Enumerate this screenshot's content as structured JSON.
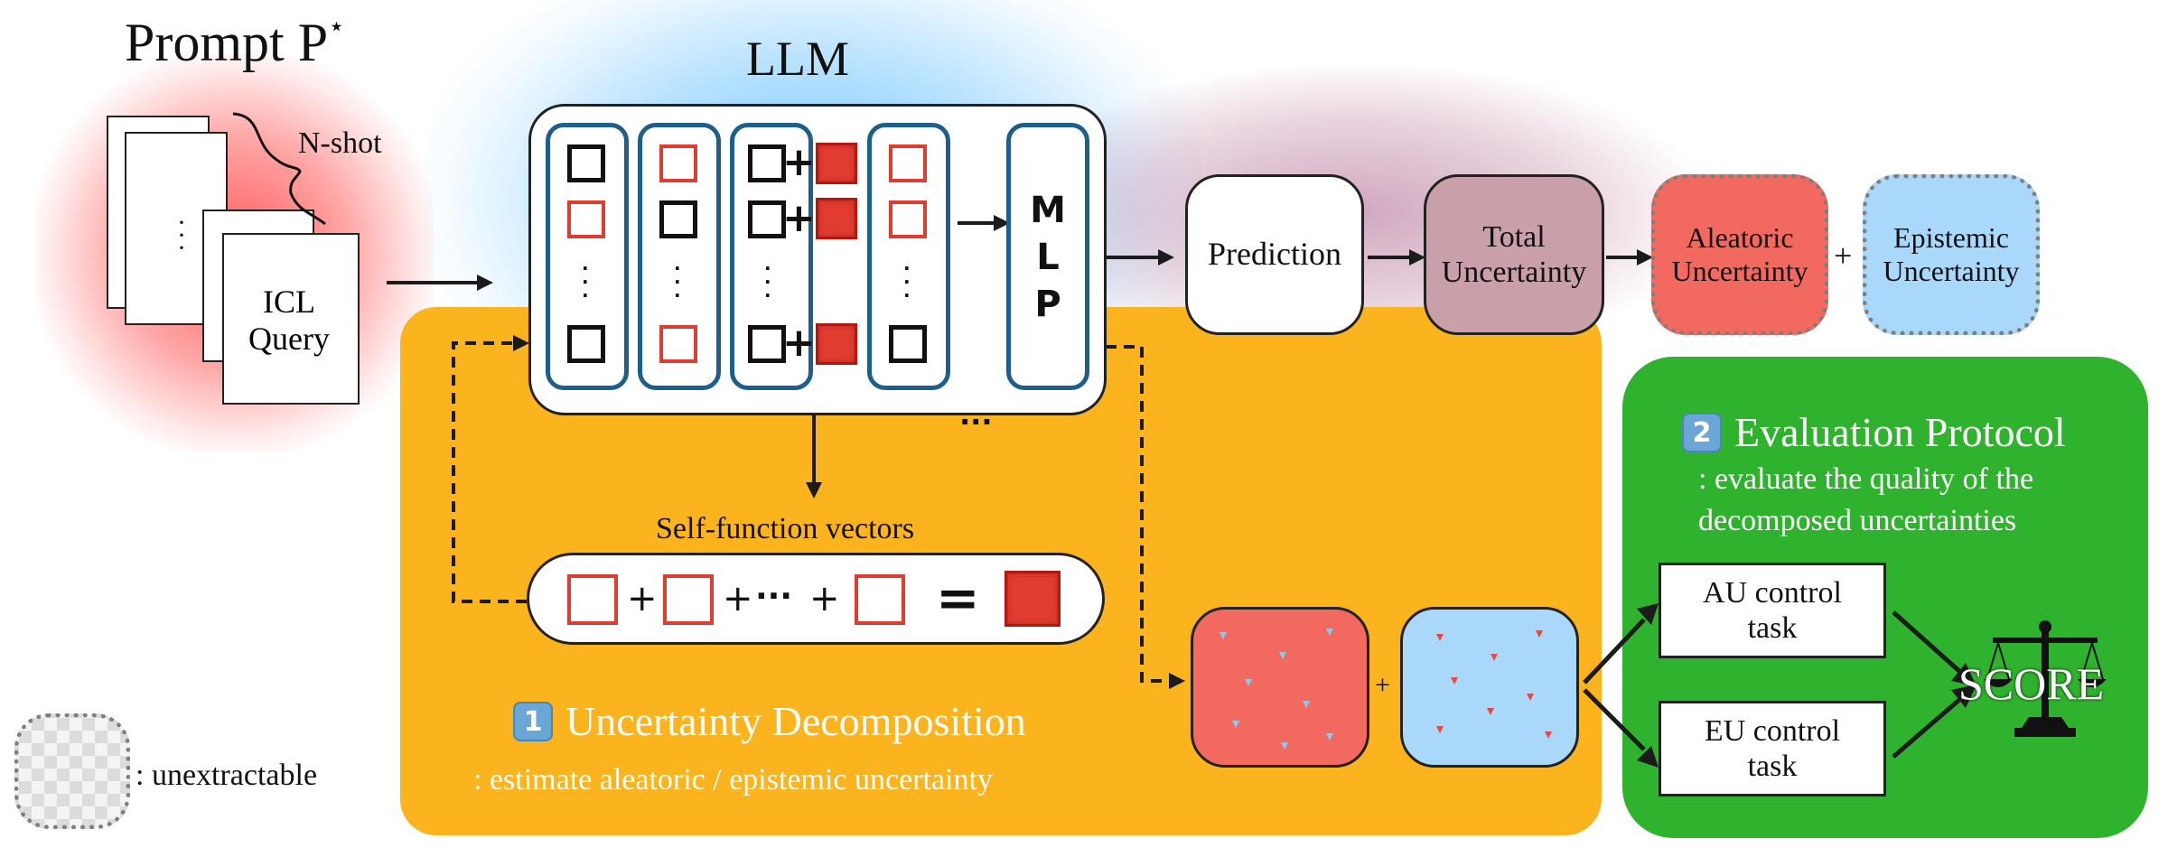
{
  "prompt": {
    "title": "Prompt P",
    "superscript": "⋆",
    "nshot": "N-shot",
    "dots": "·\n·\n·",
    "query_line1": "ICL",
    "query_line2": "Query"
  },
  "llm": {
    "title": "LLM",
    "mlp": [
      "M",
      "L",
      "P"
    ],
    "more": "···"
  },
  "self_function": {
    "label": "Self-function vectors",
    "plus": "+",
    "ellipsis": "···",
    "equals": "="
  },
  "pipeline": {
    "prediction": "Prediction",
    "total_line1": "Total",
    "total_line2": "Uncertainty",
    "aleatoric_line1": "Aleatoric",
    "aleatoric_line2": "Uncertainty",
    "plus": "+",
    "epistemic_line1": "Epistemic",
    "epistemic_line2": "Uncertainty"
  },
  "decomposition": {
    "number": "1",
    "title": "Uncertainty Decomposition",
    "subtitle": ": estimate aleatoric / epistemic uncertainty",
    "plus": "+"
  },
  "evaluation": {
    "number": "2",
    "title": "Evaluation Protocol",
    "subtitle_line1": ": evaluate the quality of the",
    "subtitle_line2": "decomposed uncertainties",
    "au_line1": "AU control",
    "au_line2": "task",
    "eu_line1": "EU control",
    "eu_line2": "task",
    "score": "SCORE"
  },
  "legend": {
    "label": ": unextractable"
  },
  "colors": {
    "orange": "#fbb31e",
    "green": "#2fb22d",
    "red": "#e23b30",
    "navy": "#1d5f8a",
    "aleatoric": "#f26a5f",
    "epistemic": "#a9d8fb",
    "total": "#c9a0aa"
  }
}
